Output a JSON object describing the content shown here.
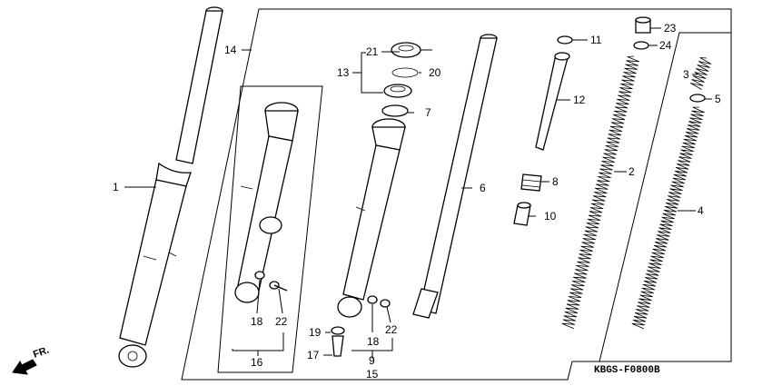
{
  "diagram": {
    "labels": {
      "p1": "1",
      "p2": "2",
      "p3": "3",
      "p4": "4",
      "p5": "5",
      "p6": "6",
      "p7": "7",
      "p8": "8",
      "p9": "9",
      "p10": "10",
      "p11": "11",
      "p12": "12",
      "p13": "13",
      "p14": "14",
      "p15": "15",
      "p16": "16",
      "p17": "17",
      "p18a": "18",
      "p18b": "18",
      "p19": "19",
      "p20": "20",
      "p21": "21",
      "p22a": "22",
      "p22b": "22",
      "p23": "23",
      "p24": "24"
    },
    "code": "KBGS-F0800B",
    "direction": "FR."
  }
}
